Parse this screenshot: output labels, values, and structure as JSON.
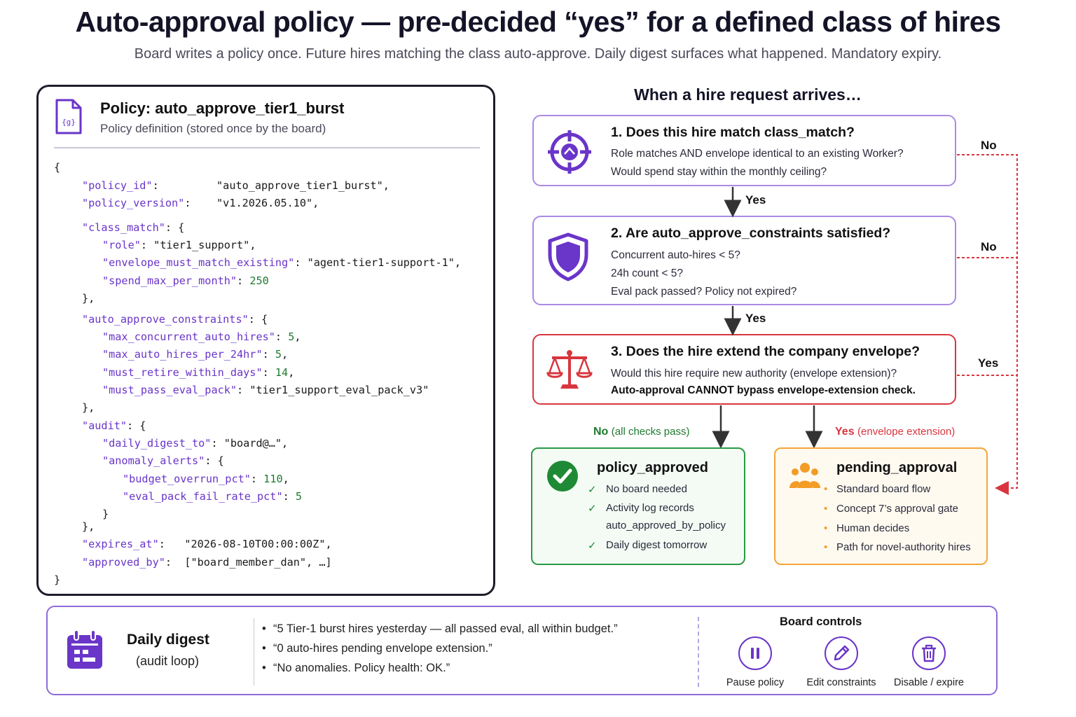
{
  "header": {
    "title": "Auto-approval policy — pre-decided “yes” for a defined class of hires",
    "subtitle": "Board writes a policy once. Future hires matching the class auto-approve. Daily digest surfaces what happened. Mandatory expiry."
  },
  "policy": {
    "icon": "document-code-icon",
    "title": "Policy:  auto_approve_tier1_burst",
    "subtitle": "Policy definition (stored once by the board)",
    "code_lines": [
      {
        "indent": 0,
        "parts": [
          [
            "p",
            "{"
          ]
        ]
      },
      {
        "indent": 1,
        "parts": [
          [
            "k",
            "\"policy_id\""
          ],
          [
            "p",
            ":         "
          ],
          [
            "s",
            "\"auto_approve_tier1_burst\","
          ]
        ]
      },
      {
        "indent": 1,
        "parts": [
          [
            "k",
            "\"policy_version\""
          ],
          [
            "p",
            ":    "
          ],
          [
            "s",
            "\"v1.2026.05.10\","
          ]
        ]
      },
      {
        "indent": 1,
        "parts": [
          [
            "k",
            "\"class_match\""
          ],
          [
            "p",
            ": {"
          ]
        ]
      },
      {
        "indent": 2,
        "parts": [
          [
            "k",
            "\"role\""
          ],
          [
            "p",
            ": "
          ],
          [
            "s",
            "\"tier1_support\","
          ]
        ]
      },
      {
        "indent": 2,
        "parts": [
          [
            "k",
            "\"envelope_must_match_existing\""
          ],
          [
            "p",
            ": "
          ],
          [
            "s",
            "\"agent-tier1-support-1\","
          ]
        ]
      },
      {
        "indent": 2,
        "parts": [
          [
            "k",
            "\"spend_max_per_month\""
          ],
          [
            "p",
            ": "
          ],
          [
            "n",
            "250"
          ]
        ]
      },
      {
        "indent": 1,
        "parts": [
          [
            "p",
            "},"
          ]
        ]
      },
      {
        "indent": 1,
        "parts": [
          [
            "k",
            "\"auto_approve_constraints\""
          ],
          [
            "p",
            ": {"
          ]
        ]
      },
      {
        "indent": 2,
        "parts": [
          [
            "k",
            "\"max_concurrent_auto_hires\""
          ],
          [
            "p",
            ": "
          ],
          [
            "n",
            "5"
          ],
          [
            "p",
            ","
          ]
        ]
      },
      {
        "indent": 2,
        "parts": [
          [
            "k",
            "\"max_auto_hires_per_24hr\""
          ],
          [
            "p",
            ": "
          ],
          [
            "n",
            "5"
          ],
          [
            "p",
            ","
          ]
        ]
      },
      {
        "indent": 2,
        "parts": [
          [
            "k",
            "\"must_retire_within_days\""
          ],
          [
            "p",
            ": "
          ],
          [
            "n",
            "14"
          ],
          [
            "p",
            ","
          ]
        ]
      },
      {
        "indent": 2,
        "parts": [
          [
            "k",
            "\"must_pass_eval_pack\""
          ],
          [
            "p",
            ": "
          ],
          [
            "s",
            "\"tier1_support_eval_pack_v3\""
          ]
        ]
      },
      {
        "indent": 1,
        "parts": [
          [
            "p",
            "},"
          ]
        ]
      },
      {
        "indent": 1,
        "parts": [
          [
            "k",
            "\"audit\""
          ],
          [
            "p",
            ": {"
          ]
        ]
      },
      {
        "indent": 2,
        "parts": [
          [
            "k",
            "\"daily_digest_to\""
          ],
          [
            "p",
            ": "
          ],
          [
            "s",
            "\"board@…\","
          ]
        ]
      },
      {
        "indent": 2,
        "parts": [
          [
            "k",
            "\"anomaly_alerts\""
          ],
          [
            "p",
            ": {"
          ]
        ]
      },
      {
        "indent": 3,
        "parts": [
          [
            "k",
            "\"budget_overrun_pct\""
          ],
          [
            "p",
            ": "
          ],
          [
            "n",
            "110"
          ],
          [
            "p",
            ","
          ]
        ]
      },
      {
        "indent": 3,
        "parts": [
          [
            "k",
            "\"eval_pack_fail_rate_pct\""
          ],
          [
            "p",
            ": "
          ],
          [
            "n",
            "5"
          ]
        ]
      },
      {
        "indent": 2,
        "parts": [
          [
            "p",
            "}"
          ]
        ]
      },
      {
        "indent": 1,
        "parts": [
          [
            "p",
            "},"
          ]
        ]
      },
      {
        "indent": 1,
        "parts": [
          [
            "k",
            "\"expires_at\""
          ],
          [
            "p",
            ":   "
          ],
          [
            "s",
            "\"2026-08-10T00:00:00Z\","
          ]
        ]
      },
      {
        "indent": 1,
        "parts": [
          [
            "k",
            "\"approved_by\""
          ],
          [
            "p",
            ":  "
          ],
          [
            "s",
            "[\"board_member_dan\", …]"
          ]
        ]
      },
      {
        "indent": 0,
        "parts": [
          [
            "p",
            "}"
          ]
        ]
      }
    ]
  },
  "flow": {
    "heading": "When a hire request arrives…",
    "q1": {
      "icon": "target-icon",
      "title": "1. Does this hire match class_match?",
      "lines": [
        "Role matches AND envelope identical to an existing Worker?",
        "Would spend stay within the monthly ceiling?"
      ]
    },
    "q2": {
      "icon": "shield-icon",
      "title": "2. Are auto_approve_constraints satisfied?",
      "lines": [
        "Concurrent auto-hires < 5?",
        "24h count < 5?",
        "Eval pack passed? Policy not expired?"
      ]
    },
    "q3": {
      "icon": "scales-icon",
      "title": "3. Does the hire extend the company envelope?",
      "lines": [
        "Would this hire require new authority (envelope extension)?",
        "Auto-approval CANNOT bypass envelope-extension check."
      ]
    },
    "yes_label": "Yes",
    "no_label": "No",
    "branch_no": {
      "strong": "No",
      "light": "(all checks pass)"
    },
    "branch_yes": {
      "strong": "Yes",
      "light": "(envelope extension)"
    },
    "approved": {
      "icon": "check-circle-icon",
      "title": "policy_approved",
      "items": [
        "No board needed",
        "Activity log records",
        "auto_approved_by_policy",
        "Daily digest tomorrow"
      ]
    },
    "pending": {
      "icon": "people-icon",
      "title": "pending_approval",
      "items": [
        "Standard board flow",
        "Concept 7’s approval gate",
        "Human decides",
        "Path for novel-authority hires"
      ]
    },
    "colors": {
      "purple": "#6a35c9",
      "red": "#d8363f",
      "green": "#2a9a45",
      "orange": "#f3a53a"
    }
  },
  "digest": {
    "icon": "calendar-icon",
    "title": "Daily digest",
    "subtitle": "(audit loop)",
    "items": [
      "“5 Tier-1 burst hires yesterday — all passed eval, all within budget.”",
      "“0 auto-hires pending envelope extension.”",
      "“No anomalies. Policy health: OK.”"
    ],
    "controls_title": "Board controls",
    "controls": [
      {
        "icon": "pause-icon",
        "label": "Pause policy"
      },
      {
        "icon": "pencil-icon",
        "label": "Edit constraints"
      },
      {
        "icon": "trash-icon",
        "label": "Disable / expire"
      }
    ]
  }
}
